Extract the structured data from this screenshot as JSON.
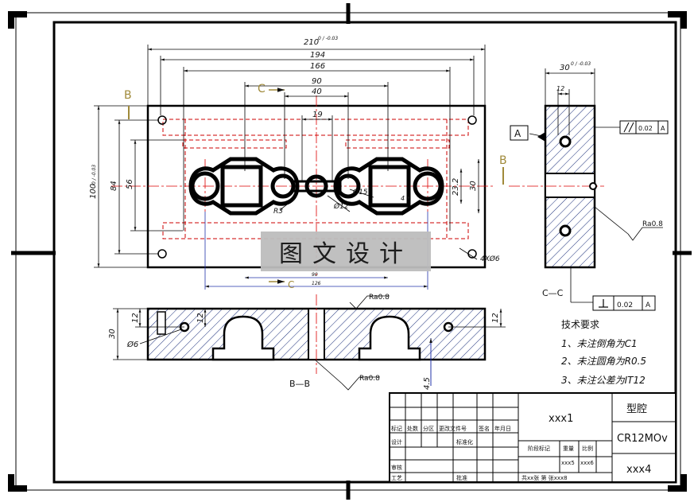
{
  "drawing": {
    "top_view": {
      "dims": {
        "overall_width": "210",
        "overall_tol": "0 / -0.03",
        "d194": "194",
        "d166": "166",
        "d90": "90",
        "d40": "40",
        "d19": "19",
        "overall_height": "100",
        "height_tol": "0 / -0.03",
        "d84": "84",
        "d56": "56",
        "d30": "30",
        "d232": "23.2",
        "d4": "4",
        "phi15": "Ø15",
        "phi12": "Ø12",
        "r3": "R3",
        "holes": "4XØ6",
        "bottom90": "90",
        "bottom126": "126"
      },
      "section_labels": {
        "b_left": "B",
        "b_right": "B",
        "c_top": "C",
        "c_bottom": "C"
      }
    },
    "side_view": {
      "width": "30",
      "width_tol": "0 / -0.03",
      "d12": "12",
      "datum": "A",
      "parallel_tol": "0.02",
      "parallel_ref": "A",
      "roughness": "Ra0.8",
      "section_name": "C—C",
      "perp_tol": "0.02",
      "perp_ref": "A"
    },
    "section_view": {
      "height": "30",
      "d12a": "12",
      "d12b": "12",
      "d12c": "12",
      "phi6": "Ø6",
      "roughness_top": "Ra0.8",
      "roughness_bottom": "Ra0.8",
      "section_name": "B—B",
      "depth": "4.5"
    },
    "notes": {
      "title": "技术要求",
      "items": [
        "1、未注倒角为C1",
        "2、未注圆角为R0.5",
        "3、未注公差为IT12"
      ]
    }
  },
  "watermark": "图文设计",
  "title_block": {
    "part_name": "型腔",
    "material": "CR12MOv",
    "drawing_no": "xxx1",
    "code": "xxx4",
    "weight": "xxx5",
    "scale": "xxx6",
    "sheets": "共xx张 第 张xxx8",
    "header_row": [
      "标记",
      "处数",
      "分区",
      "更改文件号",
      "签名",
      "年月日"
    ],
    "design": "设计",
    "standard": "标准化",
    "review": "审核",
    "process": "工艺",
    "approve": "批准",
    "stage_mark": "阶段标记",
    "weight_label": "重量",
    "scale_label": "比例"
  }
}
